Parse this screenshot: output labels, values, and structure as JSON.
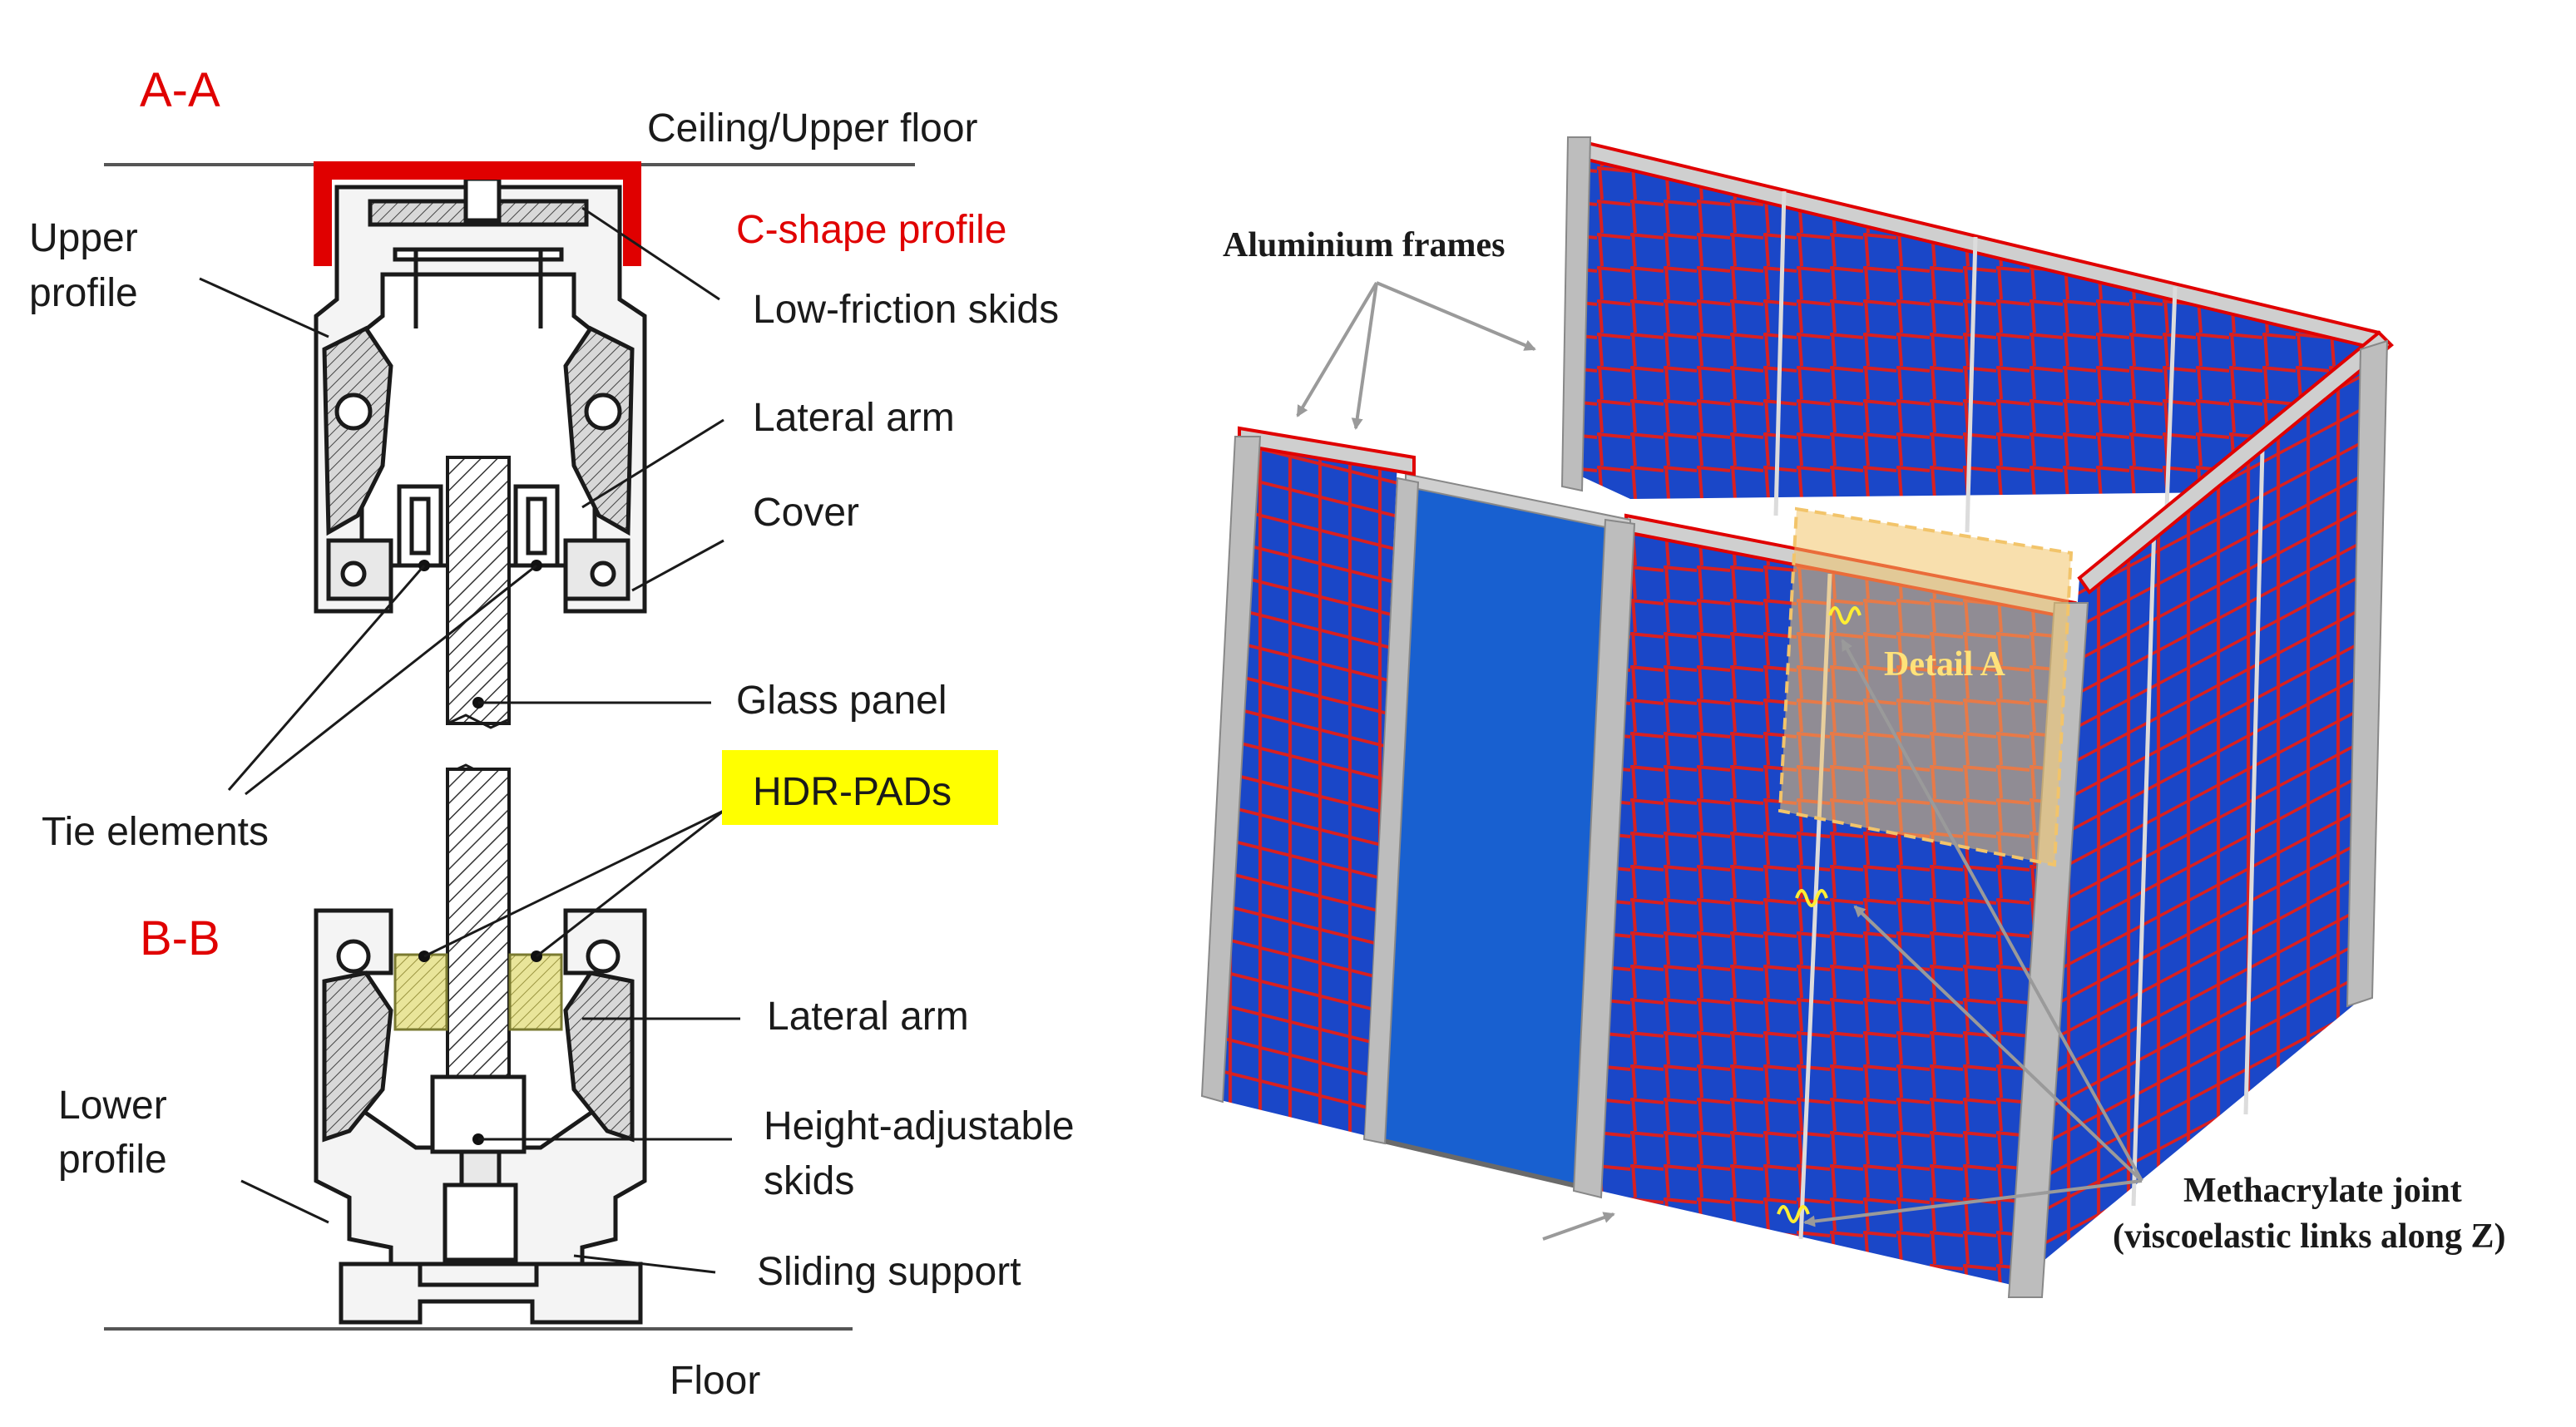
{
  "section_a": {
    "tag": "A-A",
    "ceiling": "Ceiling/Upper floor",
    "c_shape_profile": "C-shape profile",
    "upper_profile_line1": "Upper",
    "upper_profile_line2": "profile",
    "low_friction_skids": "Low-friction skids",
    "lateral_arm": "Lateral arm",
    "cover": "Cover",
    "glass_panel": "Glass panel",
    "tie_elements": "Tie elements"
  },
  "section_b": {
    "tag": "B-B",
    "hdr_pads": "HDR-PADs",
    "lateral_arm": "Lateral arm",
    "lower_profile_line1": "Lower",
    "lower_profile_line2": "profile",
    "height_adjustable_line1": "Height-adjustable",
    "height_adjustable_line2": "skids",
    "sliding_support": "Sliding support",
    "floor": "Floor"
  },
  "model": {
    "aluminium_frames": "Aluminium frames",
    "detail_a": "Detail A",
    "methacrylate_line1": "Methacrylate joint",
    "methacrylate_line2": "(viscoelastic links along Z)"
  },
  "colors": {
    "red": "#e00000",
    "highlight": "#ffff00",
    "panel_blue": "#1a47c8",
    "mesh_red": "#d92020",
    "pad_fill": "#e9e59a",
    "detail_fill": "#f2c46a"
  }
}
